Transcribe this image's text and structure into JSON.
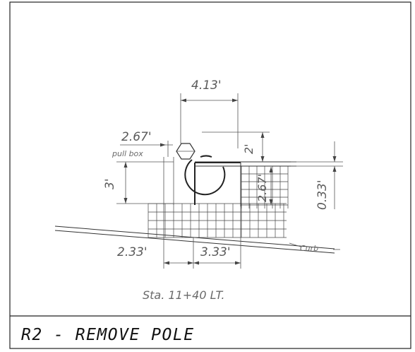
{
  "sheet": {
    "title": "R2 - REMOVE POLE",
    "station": "Sta. 11+40 LT."
  },
  "labels": {
    "pull_box": "pull box",
    "curb": "Curb"
  },
  "dimensions": {
    "top_width": "4.13'",
    "pull_box_offset": "2.67'",
    "height_left": "3'",
    "height_top": "2'",
    "height_inner": "2.67'",
    "height_right": "0.33'",
    "bottom_left": "2.33'",
    "bottom_right": "3.33'"
  }
}
